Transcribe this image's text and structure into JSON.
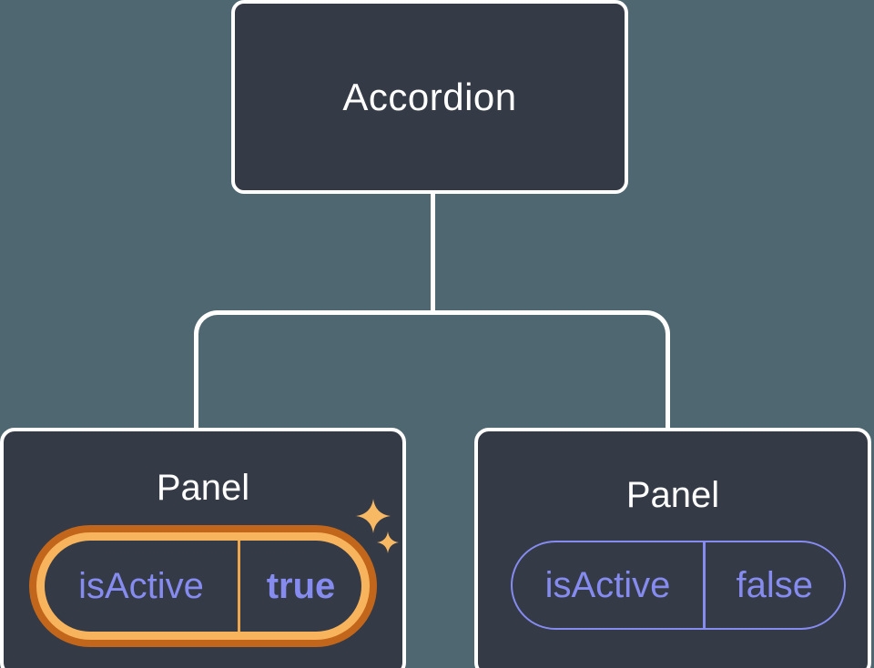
{
  "colors": {
    "background": "#4E6770",
    "node-fill": "#343A46",
    "node-border": "#FFFFFF",
    "connector": "#FFFFFF",
    "purple": "#868BF0",
    "orange-dark": "#C2661B",
    "orange-light": "#F8B45C",
    "divider-orange": "#EFA64D",
    "sparkle": "#F7B964"
  },
  "tree": {
    "root": {
      "label": "Accordion"
    },
    "children": [
      {
        "label": "Panel",
        "prop_name": "isActive",
        "prop_value": "true",
        "state": "active"
      },
      {
        "label": "Panel",
        "prop_name": "isActive",
        "prop_value": "false",
        "state": "inactive"
      }
    ]
  }
}
